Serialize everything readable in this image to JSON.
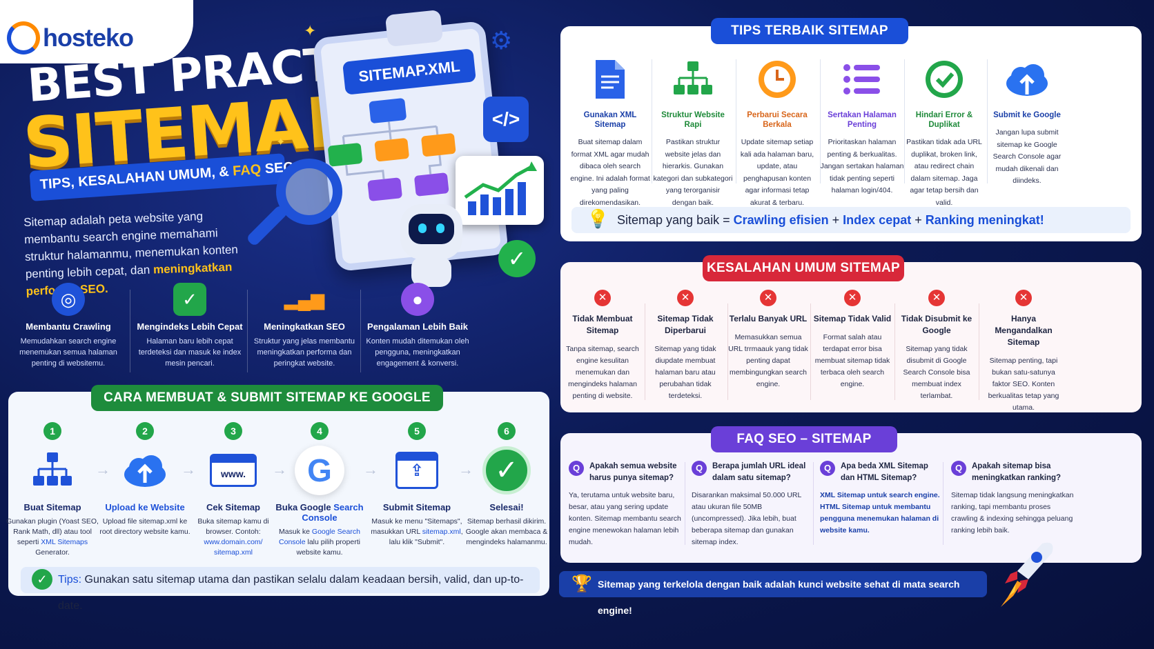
{
  "logo": {
    "text": "hosteko"
  },
  "hero": {
    "title1": "BEST PRACTICE",
    "title2": "SITEMAP",
    "subtitle_a": "TIPS, KESALAHAN UMUM, & ",
    "subtitle_b": "FAQ",
    "subtitle_c": " SEO",
    "intro_a": "Sitemap adalah peta website yang membantu search engine memahami struktur halamanmu, menemukan konten penting lebih cepat, dan ",
    "intro_b": "meningkatkan performa SEO."
  },
  "illustration": {
    "clipboard_title": "SITEMAP.XML",
    "code_label": "</>"
  },
  "benefits": [
    {
      "title": "Membantu Crawling",
      "desc": "Memudahkan search engine menemukan semua halaman penting di websitemu."
    },
    {
      "title": "Mengindeks Lebih Cepat",
      "desc": "Halaman baru lebih cepat terdeteksi dan masuk ke index mesin pencari."
    },
    {
      "title": "Meningkatkan SEO",
      "desc": "Struktur yang jelas membantu meningkatkan performa dan peringkat website."
    },
    {
      "title": "Pengalaman Lebih Baik",
      "desc": "Konten mudah ditemukan oleh pengguna, meningkatkan engagement & konversi."
    }
  ],
  "steps_section": {
    "title": "CARA MEMBUAT & SUBMIT SITEMAP KE GOOGLE",
    "steps": [
      {
        "num": "1",
        "title": "Buat Sitemap",
        "desc_a": "Gunakan plugin (Yoast SEO, Rank Math, dll) atau tool seperti ",
        "desc_link": "XML Sitemaps",
        "desc_b": " Generator."
      },
      {
        "num": "2",
        "title": "Upload ke Website",
        "desc": "Upload file sitemap.xml ke root directory website kamu."
      },
      {
        "num": "3",
        "title": "Cek Sitemap",
        "desc_a": "Buka sitemap kamu di browser. Contoh: ",
        "desc_link": "www.domain.com/ sitemap.xml",
        "www": "www."
      },
      {
        "num": "4",
        "title_a": "Buka Google ",
        "title_b": "Search Console",
        "desc_a": "Masuk ke ",
        "desc_link": "Google Search Console",
        "desc_b": " lalu pilih properti website kamu."
      },
      {
        "num": "5",
        "title": "Submit Sitemap",
        "desc_a": "Masuk ke menu \"Sitemaps\", masukkan URL ",
        "desc_link": "sitemap.xml",
        "desc_b": ", lalu klik \"Submit\"."
      },
      {
        "num": "6",
        "title": "Selesai!",
        "desc": "Sitemap berhasil dikirim. Google akan membaca & mengindeks halamanmu."
      }
    ],
    "tip_label": "Tips:",
    "tip_text": " Gunakan satu sitemap utama dan pastikan selalu dalam keadaan bersih, valid, dan up-to-date."
  },
  "tips_section": {
    "title": "TIPS TERBAIK SITEMAP",
    "tips": [
      {
        "title": "Gunakan XML Sitemap",
        "color": "#1a3fa8",
        "desc": "Buat sitemap dalam format XML agar mudah dibaca oleh search engine. Ini adalah format yang paling direkomendasikan."
      },
      {
        "title": "Struktur Website Rapi",
        "color": "#1f8a3a",
        "desc": "Pastikan struktur website jelas dan hierarkis. Gunakan kategori dan subkategori yang terorganisir dengan baik."
      },
      {
        "title": "Perbarui Secara Berkala",
        "color": "#d8651a",
        "desc": "Update sitemap setiap kali ada halaman baru, update, atau penghapusan konten agar informasi tetap akurat & terbaru."
      },
      {
        "title": "Sertakan Halaman Penting",
        "color": "#6a3fd8",
        "desc": "Prioritaskan halaman penting & berkualitas. Jangan sertakan halaman tidak penting seperti halaman login/404."
      },
      {
        "title": "Hindari Error & Duplikat",
        "color": "#1f8a3a",
        "desc": "Pastikan tidak ada URL duplikat, broken link, atau redirect chain dalam sitemap. Jaga agar tetap bersih dan valid."
      },
      {
        "title": "Submit ke Google",
        "color": "#1a3fa8",
        "desc": "Jangan lupa submit sitemap ke Google Search Console agar mudah dikenali dan diindeks."
      }
    ],
    "summary_a": "Sitemap yang baik = ",
    "summary_b": "Crawling efisien",
    "summary_c": " + ",
    "summary_d": "Index cepat",
    "summary_e": " + ",
    "summary_f": "Ranking meningkat!"
  },
  "mistakes_section": {
    "title": "KESALAHAN UMUM SITEMAP",
    "items": [
      {
        "title": "Tidak Membuat Sitemap",
        "desc": "Tanpa sitemap, search engine kesulitan menemukan dan mengindeks halaman penting di website."
      },
      {
        "title": "Sitemap Tidak Diperbarui",
        "desc": "Sitemap yang tidak diupdate membuat halaman baru atau perubahan tidak terdeteksi."
      },
      {
        "title": "Terlalu Banyak URL",
        "desc": "Memasukkan semua URL trrmaauk yang tidak penting dapat membingungkan search engine."
      },
      {
        "title": "Sitemap Tidak Valid",
        "desc": "Format salah atau terdapat error bisa membuat sitemap tidak terbaca oleh search engine."
      },
      {
        "title": "Tidak Disubmit ke Google",
        "desc": "Sitemap yang tidak disubmit di Google Search Console bisa membuat index terlambat."
      },
      {
        "title": "Hanya Mengandalkan Sitemap",
        "desc": "Sitemap penting, tapi bukan satu-satunya faktor SEO. Konten berkualitas tetap yang utama."
      }
    ]
  },
  "faq_section": {
    "title": "FAQ SEO – SITEMAP",
    "items": [
      {
        "q": "Apakah semua website harus punya sitemap?",
        "a": "Ya, terutama untuk website baru, besar, atau yang sering update konten. Sitemap membantu search engine menewokan halaman lebih mudah."
      },
      {
        "q": "Berapa jumlah URL ideal dalam satu sitemap?",
        "a": "Disarankan maksimal 50.000 URL atau ukuran file 50MB (uncompressed). Jika lebih, buat beberapa sitemap dan gunakan sitemap index."
      },
      {
        "q": "Apa beda XML Sitemap dan HTML Sitemap?",
        "a": "XML Sitemap untuk search engine. HTML Sitemap untuk membantu pengguna menemukan halaman di website kamu."
      },
      {
        "q": "Apakah sitemap bisa meningkatkan ranking?",
        "a": "Sitemap tidak langsung meningkatkan ranking, tapi membantu proses crawling & indexing sehingga peluang ranking lebih baik."
      }
    ]
  },
  "footer": {
    "text": "Sitemap yang terkelola dengan baik adalah kunci website sehat di mata search engine!"
  },
  "colors": {
    "blue": "#1a4fd8",
    "yellow": "#ffc21a",
    "green": "#22a64a",
    "red": "#e53535",
    "purple": "#6a3fd8"
  }
}
